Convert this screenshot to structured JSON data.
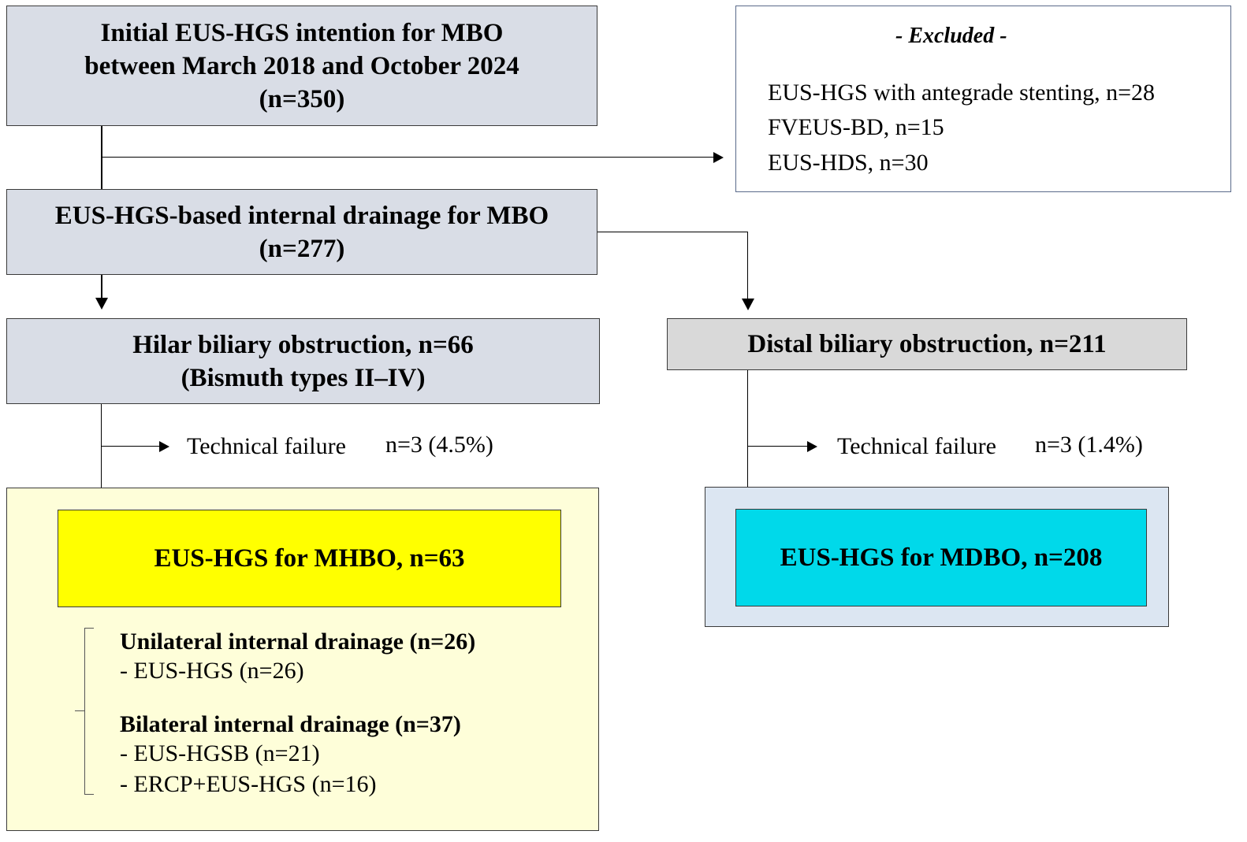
{
  "initial": {
    "line1": "Initial EUS-HGS intention for MBO",
    "line2": "between March 2018 and October 2024",
    "line3": "(n=350)"
  },
  "excluded": {
    "title": "- Excluded -",
    "items": [
      "EUS-HGS with antegrade stenting, n=28",
      "FVEUS-BD, n=15",
      "EUS-HDS, n=30"
    ]
  },
  "internal": {
    "line1": "EUS-HGS-based internal drainage for MBO",
    "line2": "(n=277)"
  },
  "hilar": {
    "line1": "Hilar biliary obstruction, n=66",
    "line2": "(Bismuth types II–IV)",
    "failure_label": "Technical failure",
    "failure_value": "n=3 (4.5%)",
    "result": "EUS-HGS for MHBO, n=63",
    "unilateral_title": "Unilateral internal drainage (n=26)",
    "unilateral_items": [
      "-  EUS-HGS  (n=26)"
    ],
    "bilateral_title": "Bilateral internal drainage (n=37)",
    "bilateral_items": [
      "- EUS-HGSB (n=21)",
      "- ERCP+EUS-HGS (n=16)"
    ]
  },
  "distal": {
    "line1": "Distal biliary obstruction, n=211",
    "failure_label": "Technical failure",
    "failure_value": "n=3 (1.4%)",
    "result": "EUS-HGS for MDBO, n=208"
  }
}
